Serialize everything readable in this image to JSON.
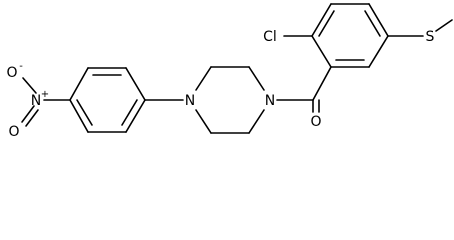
{
  "molecule": {
    "atom_labels": {
      "cl": "Cl",
      "s": "S",
      "o_carbonyl": "O",
      "n_pip_left": "N",
      "n_pip_right": "N",
      "n_nitro": "N",
      "o_nitro_top": "O",
      "o_nitro_bottom": "O"
    },
    "charges": {
      "n_nitro": "+",
      "o_nitro_top": "-"
    }
  }
}
